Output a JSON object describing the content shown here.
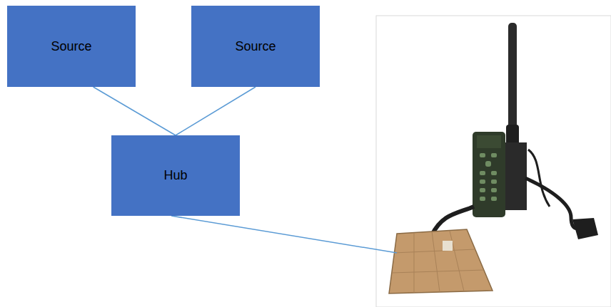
{
  "diagram": {
    "nodes": [
      {
        "text": [
          "Source"
        ]
      },
      {
        "text": [
          "Source"
        ]
      },
      {
        "text": [
          "Hub"
        ]
      }
    ],
    "edges": [
      {
        "from": 0,
        "to": 2,
        "arrow": "none"
      },
      {
        "from": 1,
        "to": 2,
        "arrow": "none"
      }
    ]
  }
}
